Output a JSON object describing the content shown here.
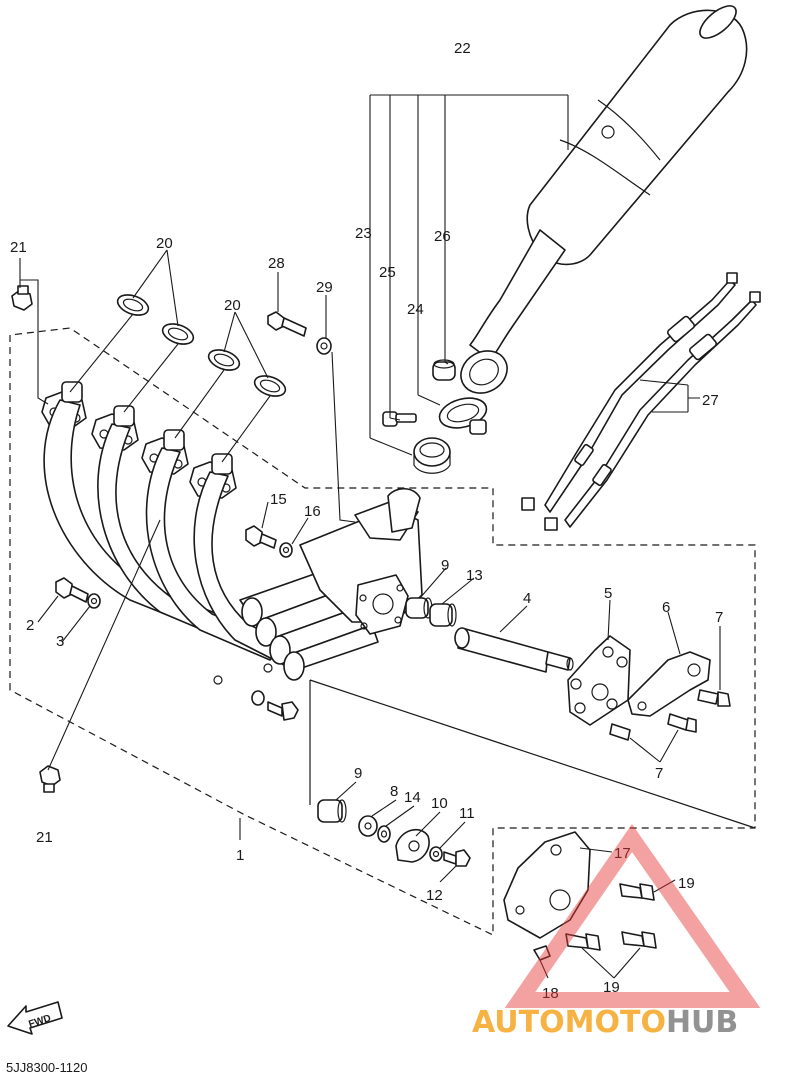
{
  "diagram": {
    "callouts": {
      "c1": "1",
      "c2": "2",
      "c3": "3",
      "c4": "4",
      "c5": "5",
      "c6": "6",
      "c7a": "7",
      "c7b": "7",
      "c8": "8",
      "c9a": "9",
      "c9b": "9",
      "c10": "10",
      "c11": "11",
      "c12": "12",
      "c13": "13",
      "c14": "14",
      "c15": "15",
      "c16": "16",
      "c17": "17",
      "c18": "18",
      "c19a": "19",
      "c19b": "19",
      "c20a": "20",
      "c20b": "20",
      "c21a": "21",
      "c21b": "21",
      "c22": "22",
      "c23": "23",
      "c24": "24",
      "c25": "25",
      "c26": "26",
      "c27": "27",
      "c28": "28",
      "c29": "29"
    },
    "fwd_label": "FWD",
    "drawing_code": "5JJ8300-1120",
    "watermark": {
      "part1": "AUTOMOTO",
      "part2": "HUB",
      "color1": "#f5a623",
      "color2": "#7f7f7f",
      "triangle_color": "#e53935"
    }
  }
}
